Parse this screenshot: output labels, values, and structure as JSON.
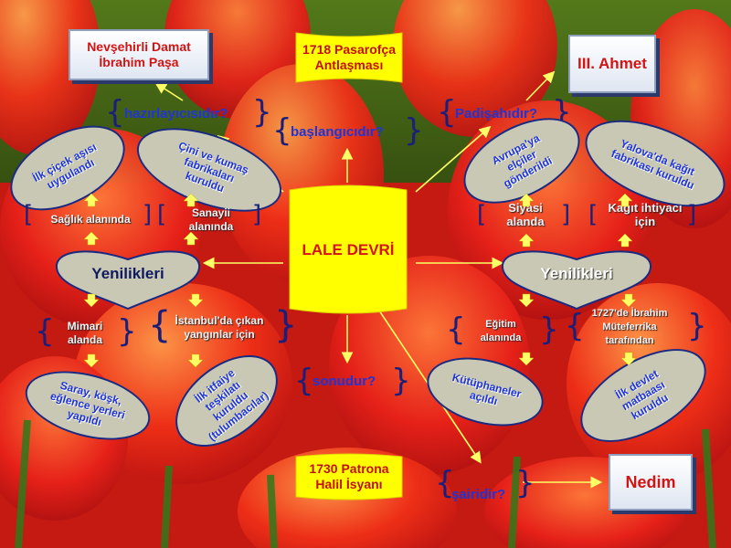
{
  "colors": {
    "title_red": "#d21414",
    "question_blue": "#1f35d6",
    "scroll_yellow": "#ffff00",
    "arrow_yellow": "#ffff66",
    "bracket": "#1a1f7a",
    "oval_fill": "#c8c8b4"
  },
  "center": {
    "title": "LALE DEVRİ"
  },
  "top": {
    "event": "1718 Pasarofça Antlaşması",
    "question": "başlangıcıdır?"
  },
  "bottom": {
    "event": "1730 Patrona Halil İsyanı",
    "question": "sonudur?"
  },
  "left": {
    "person": "Nevşehirli Damat İbrahim Paşa",
    "question": "hazırlayıcısıdır?",
    "heart": "Yenilikleri",
    "ovals": [
      "İlk çiçek aşısı uygulandı",
      "Çini ve kumaş fabrikaları kuruldu",
      "Saray, köşk, eğlence yerleri yapıldı",
      "İlk itfaiye teşkilatı kuruldu (tulumbacılar)"
    ],
    "labels": [
      "Sağlık alanında",
      "Sanayii alanında",
      "Mimari alanda",
      "İstanbul'da çıkan yangınlar için"
    ]
  },
  "right": {
    "person": "III. Ahmet",
    "question": "Padişahıdır?",
    "heart": "Yenilikleri",
    "ovals": [
      "Avrupa'ya elçiler gönderildi",
      "Yalova'da kağıt fabrikası kuruldu",
      "Kütüphaneler açıldı",
      "İlk devlet matbaası kuruldu"
    ],
    "labels": [
      "Siyasi alanda",
      "Kağıt ihtiyacı için",
      "Eğitim alanında",
      "1727'de İbrahim Müteferrika tarafından"
    ]
  },
  "poet": {
    "name": "Nedim",
    "question": "şairidir?"
  }
}
